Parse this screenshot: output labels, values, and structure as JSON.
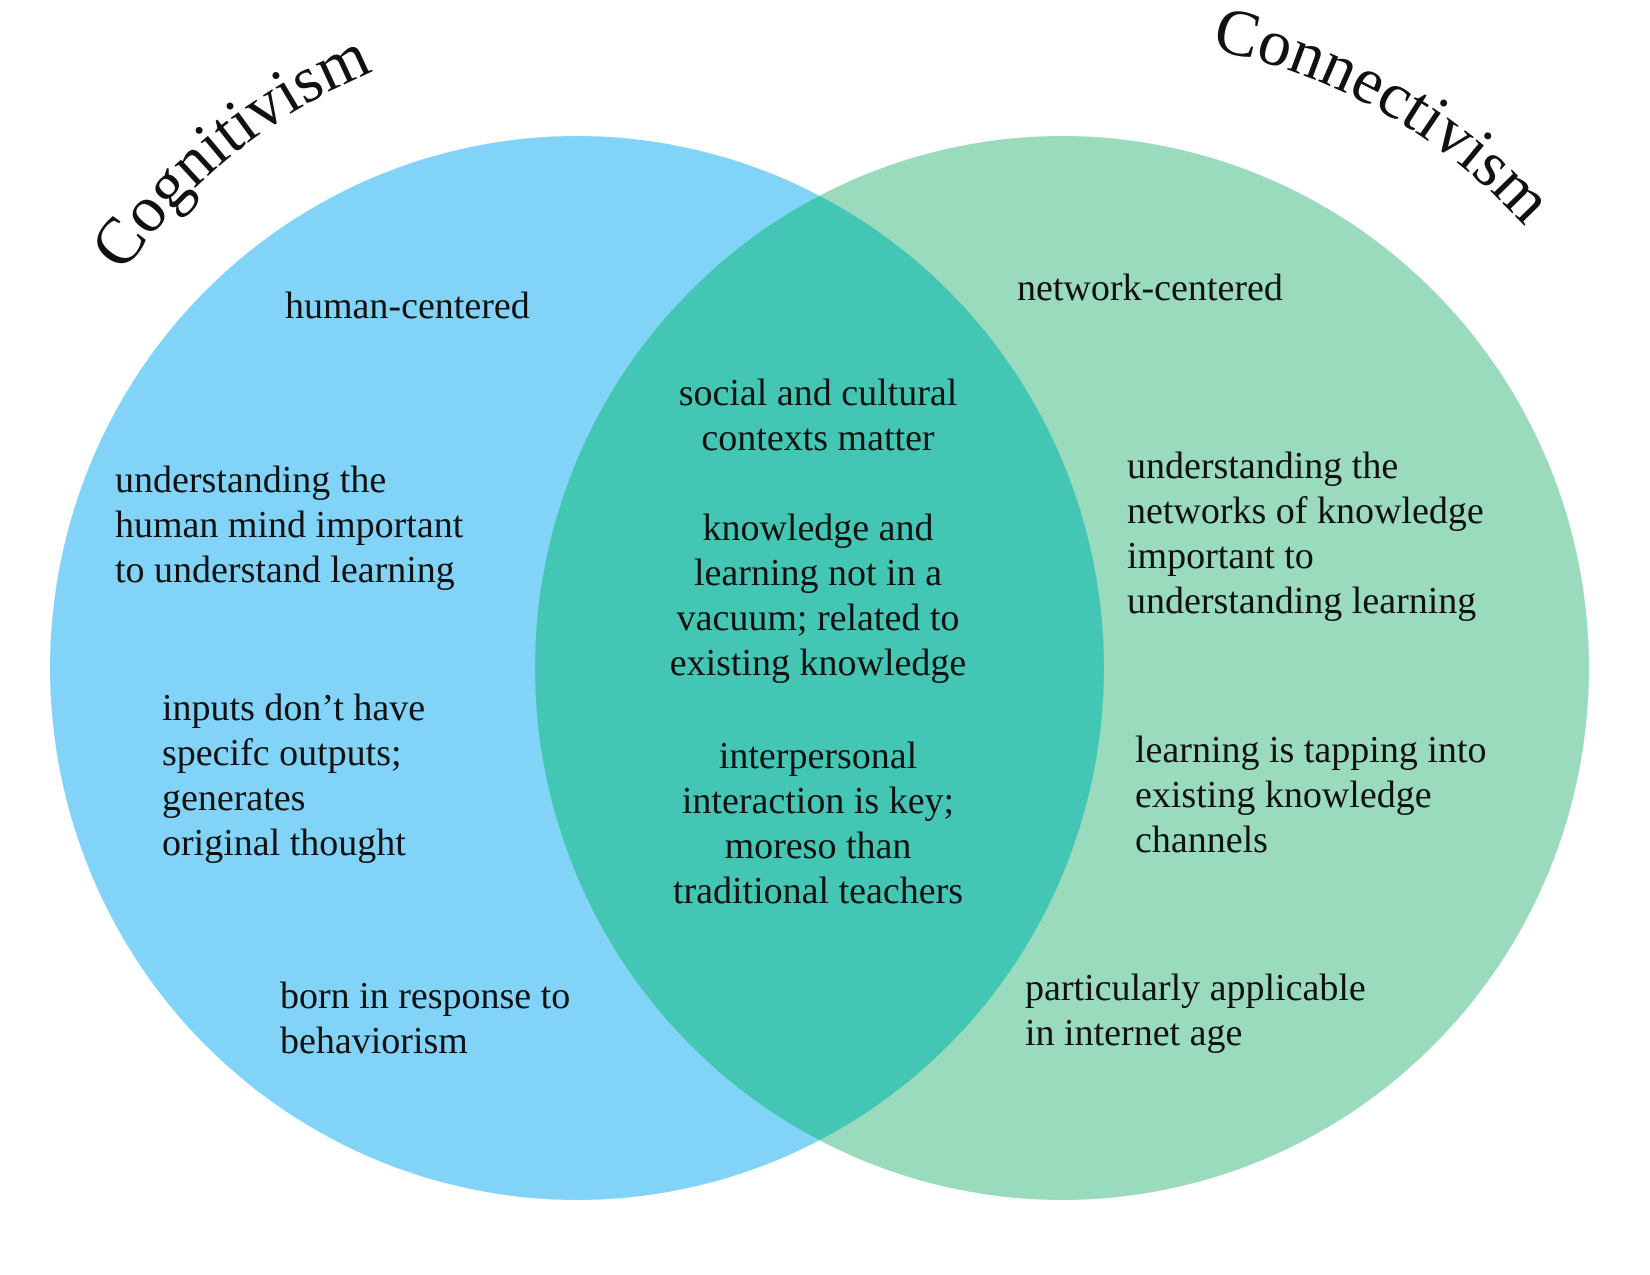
{
  "colors": {
    "left_circle": "#81d4f7",
    "right_circle": "#99dbbc",
    "overlap": "#44c6b5",
    "text": "#111111"
  },
  "left": {
    "title": "Cognitivism",
    "notes": [
      [
        "human-centered"
      ],
      [
        "understanding the",
        "human mind important",
        "to understand learning"
      ],
      [
        "inputs don’t have",
        "specifc outputs;",
        "generates",
        "original thought"
      ],
      [
        "born in response to",
        "behaviorism"
      ]
    ]
  },
  "right": {
    "title": "Connectivism",
    "notes": [
      [
        "network-centered"
      ],
      [
        "understanding the",
        "networks of knowledge",
        "important to",
        "understanding learning"
      ],
      [
        "learning is tapping into",
        "existing knowledge",
        "channels"
      ],
      [
        "particularly applicable",
        "in internet age"
      ]
    ]
  },
  "overlap": {
    "notes": [
      [
        "social and cultural",
        "contexts matter"
      ],
      [
        "knowledge and",
        "learning not in a",
        "vacuum; related to",
        "existing knowledge"
      ],
      [
        "interpersonal",
        "interaction is key;",
        "moreso than",
        "traditional teachers"
      ]
    ]
  }
}
